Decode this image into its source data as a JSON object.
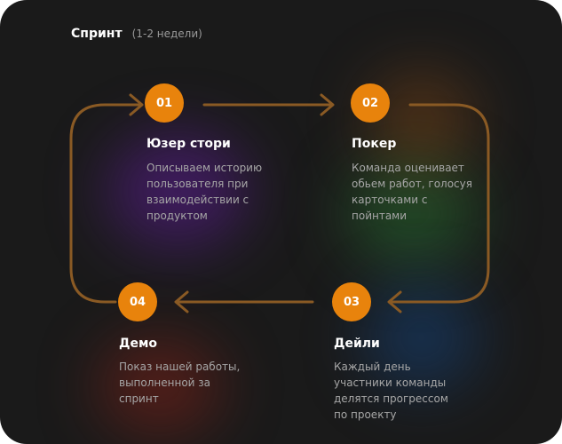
{
  "header": {
    "title": "Спринт",
    "subtitle": "(1-2 недели)"
  },
  "steps": [
    {
      "number": "01",
      "title": "Юзер стори",
      "desc": [
        "Описываем историю",
        "пользователя при",
        "взаимодействии с",
        "продуктом"
      ]
    },
    {
      "number": "02",
      "title": "Покер",
      "desc": [
        "Команда оценивает",
        "обьем работ, голосуя",
        "карточками с",
        "пойнтами"
      ]
    },
    {
      "number": "03",
      "title": "Дейли",
      "desc": [
        "Каждый день",
        "участники команды",
        "делятся прогрессом",
        "по проекту"
      ]
    },
    {
      "number": "04",
      "title": "Демо",
      "desc": [
        "Показ нашей работы,",
        "выполненной за",
        "спринт"
      ]
    }
  ],
  "colors": {
    "accent": "#e8830c",
    "arrow": "#8a5a24",
    "background": "#1a1a1a"
  }
}
